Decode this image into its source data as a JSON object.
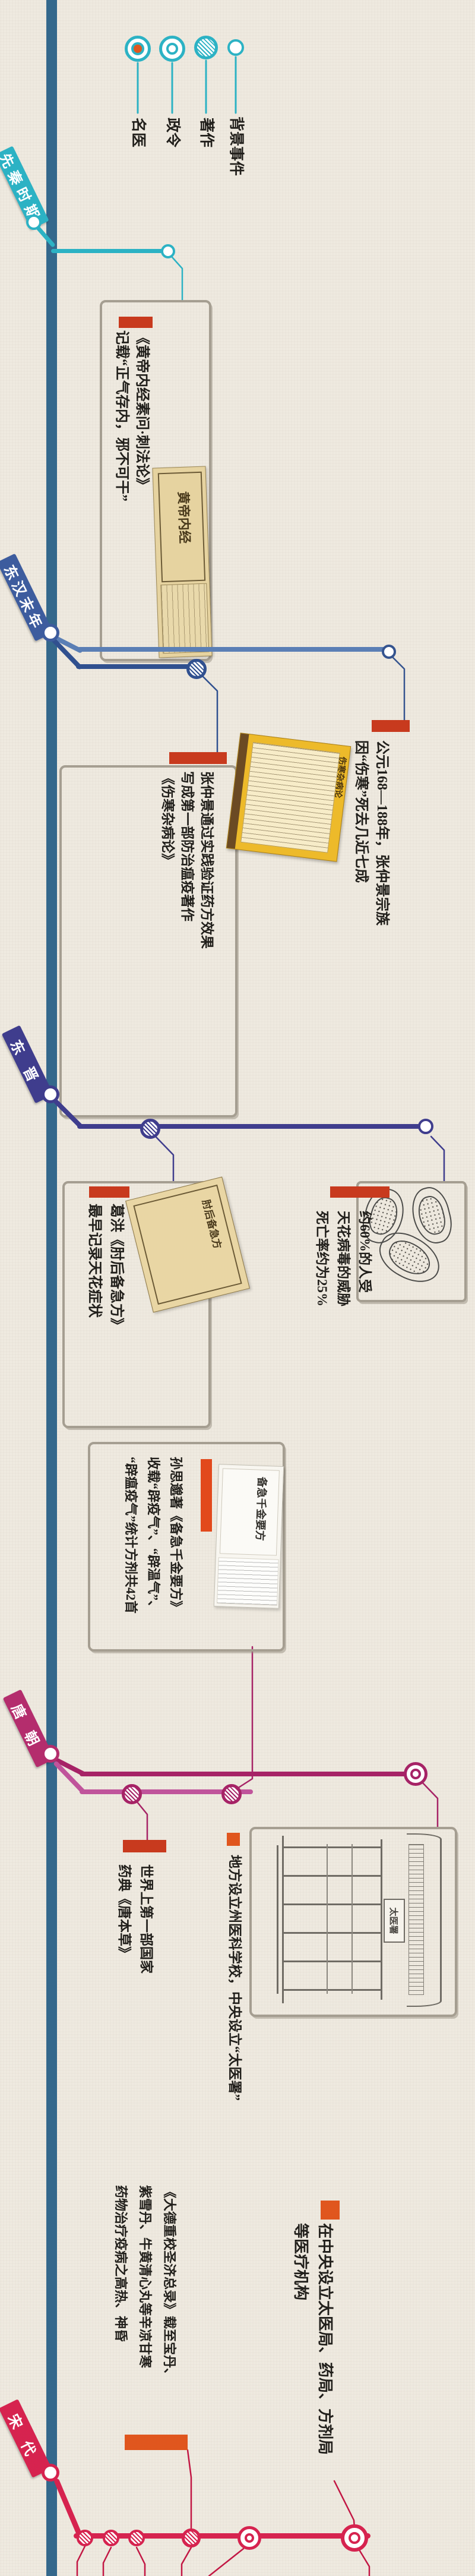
{
  "legend": {
    "items": [
      {
        "label": "名医",
        "marker": "doctor-marker"
      },
      {
        "label": "政令",
        "marker": "decree-marker"
      },
      {
        "label": "著作",
        "marker": "book-marker"
      },
      {
        "label": "背景事件",
        "marker": "event-marker"
      }
    ]
  },
  "eras": [
    {
      "name": "先秦时期",
      "color": "#2cb2c4"
    },
    {
      "name": "东汉末年",
      "color": "#3d5c9e"
    },
    {
      "name": "东晋",
      "color": "#3f3d8d"
    },
    {
      "name": "唐朝",
      "color": "#b42d6d"
    },
    {
      "name": "宋代",
      "color": "#d6234f"
    }
  ],
  "cards": {
    "huangdi": {
      "lines": [
        "《黄帝内经素问·刺法论》",
        "记载“正气存内，邪不可干”"
      ],
      "book_title": "黄帝内经"
    },
    "donghan_event": {
      "lines": [
        "公元168—188年，张仲景宗族",
        "因“伤寒”死去几近七成"
      ]
    },
    "shanghan": {
      "lines": [
        "张仲景通过实践验证药方效果",
        "写成第一部防治瘟疫著作",
        "《伤寒杂病论》"
      ],
      "book_title": "伤寒杂病论"
    },
    "gehong": {
      "lines": [
        "葛洪《肘后备急方》",
        "最早记录天花症状"
      ],
      "book_title": "肘后备急方"
    },
    "smallpox": {
      "lines": [
        "约60%的人受",
        "天花病毒的威胁",
        "死亡率约为25%"
      ]
    },
    "sunsimiao": {
      "lines": [
        "孙思邈著《备急千金要方》",
        "收载“辟疫气”、“辟温气”、",
        "“辟瘟疫气”统计方剂共42首"
      ],
      "book_title": "备急千金要方"
    },
    "tangbencao": {
      "lines": [
        "世界上第一部国家",
        "药典《唐本草》"
      ]
    },
    "taiyishu": {
      "lines": [
        "地方设立州医科学校，中央设立“太医署”"
      ],
      "plaque": "太医署"
    },
    "dade": {
      "lines": [
        "《大德重校圣济总录》载至宝丹、",
        "紫雪丹、牛黄清心丸等辛凉甘寒",
        "药物治疗疫病之高热、神昏"
      ]
    },
    "song_decree": {
      "lines": [
        "在中央设立太医局、药局、方剂局",
        "等医疗机构"
      ]
    }
  },
  "colors": {
    "paper": "#efeae0",
    "main_line": "#34688c",
    "marker_red": "#c83a1e",
    "marker_orange": "#e0561e",
    "doctor_center_orange": "#e0571f"
  }
}
